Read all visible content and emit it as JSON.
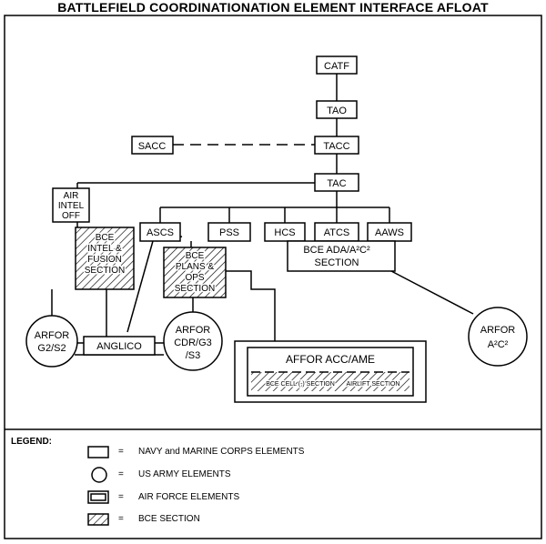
{
  "title": "BATTLEFIELD COORDINATIONATION ELEMENT INTERFACE AFLOAT",
  "nodes": {
    "catf": "CATF",
    "tao": "TAO",
    "sacc": "SACC",
    "tacc": "TACC",
    "tac": "TAC",
    "air_intel": [
      "AIR",
      "INTEL",
      "OFF"
    ],
    "ascs": "ASCS",
    "pss": "PSS",
    "hcs": "HCS",
    "atcs": "ATCS",
    "aaws": "AAWS",
    "bce_ada": [
      "BCE ADA/A²C²",
      "SECTION"
    ],
    "bce_intel": [
      "BCE",
      "INTEL &",
      "FUSION",
      "SECTION"
    ],
    "bce_plans": [
      "BCE",
      "PLANS &",
      "OPS",
      "SECTION"
    ],
    "arfor_g2": [
      "ARFOR",
      "G2/S2"
    ],
    "anglico": "ANGLICO",
    "arfor_cdr": [
      "ARFOR",
      "CDR/G3",
      "/S3"
    ],
    "arfor_a2c2": [
      "ARFOR",
      "A²C²"
    ],
    "affor": "AFFOR ACC/AME",
    "bce_cell": "BCE CELL (-) SECTION",
    "airlift": "AIRLIFT SECTION"
  },
  "legend": {
    "heading": "LEGEND:",
    "items": [
      {
        "symbol": "rect",
        "eq": "=",
        "label": "NAVY and MARINE CORPS ELEMENTS"
      },
      {
        "symbol": "circle",
        "eq": "=",
        "label": "US ARMY ELEMENTS"
      },
      {
        "symbol": "double-rect",
        "eq": "=",
        "label": "AIR FORCE ELEMENTS"
      },
      {
        "symbol": "hatch-rect",
        "eq": "=",
        "label": "BCE SECTION"
      }
    ]
  }
}
